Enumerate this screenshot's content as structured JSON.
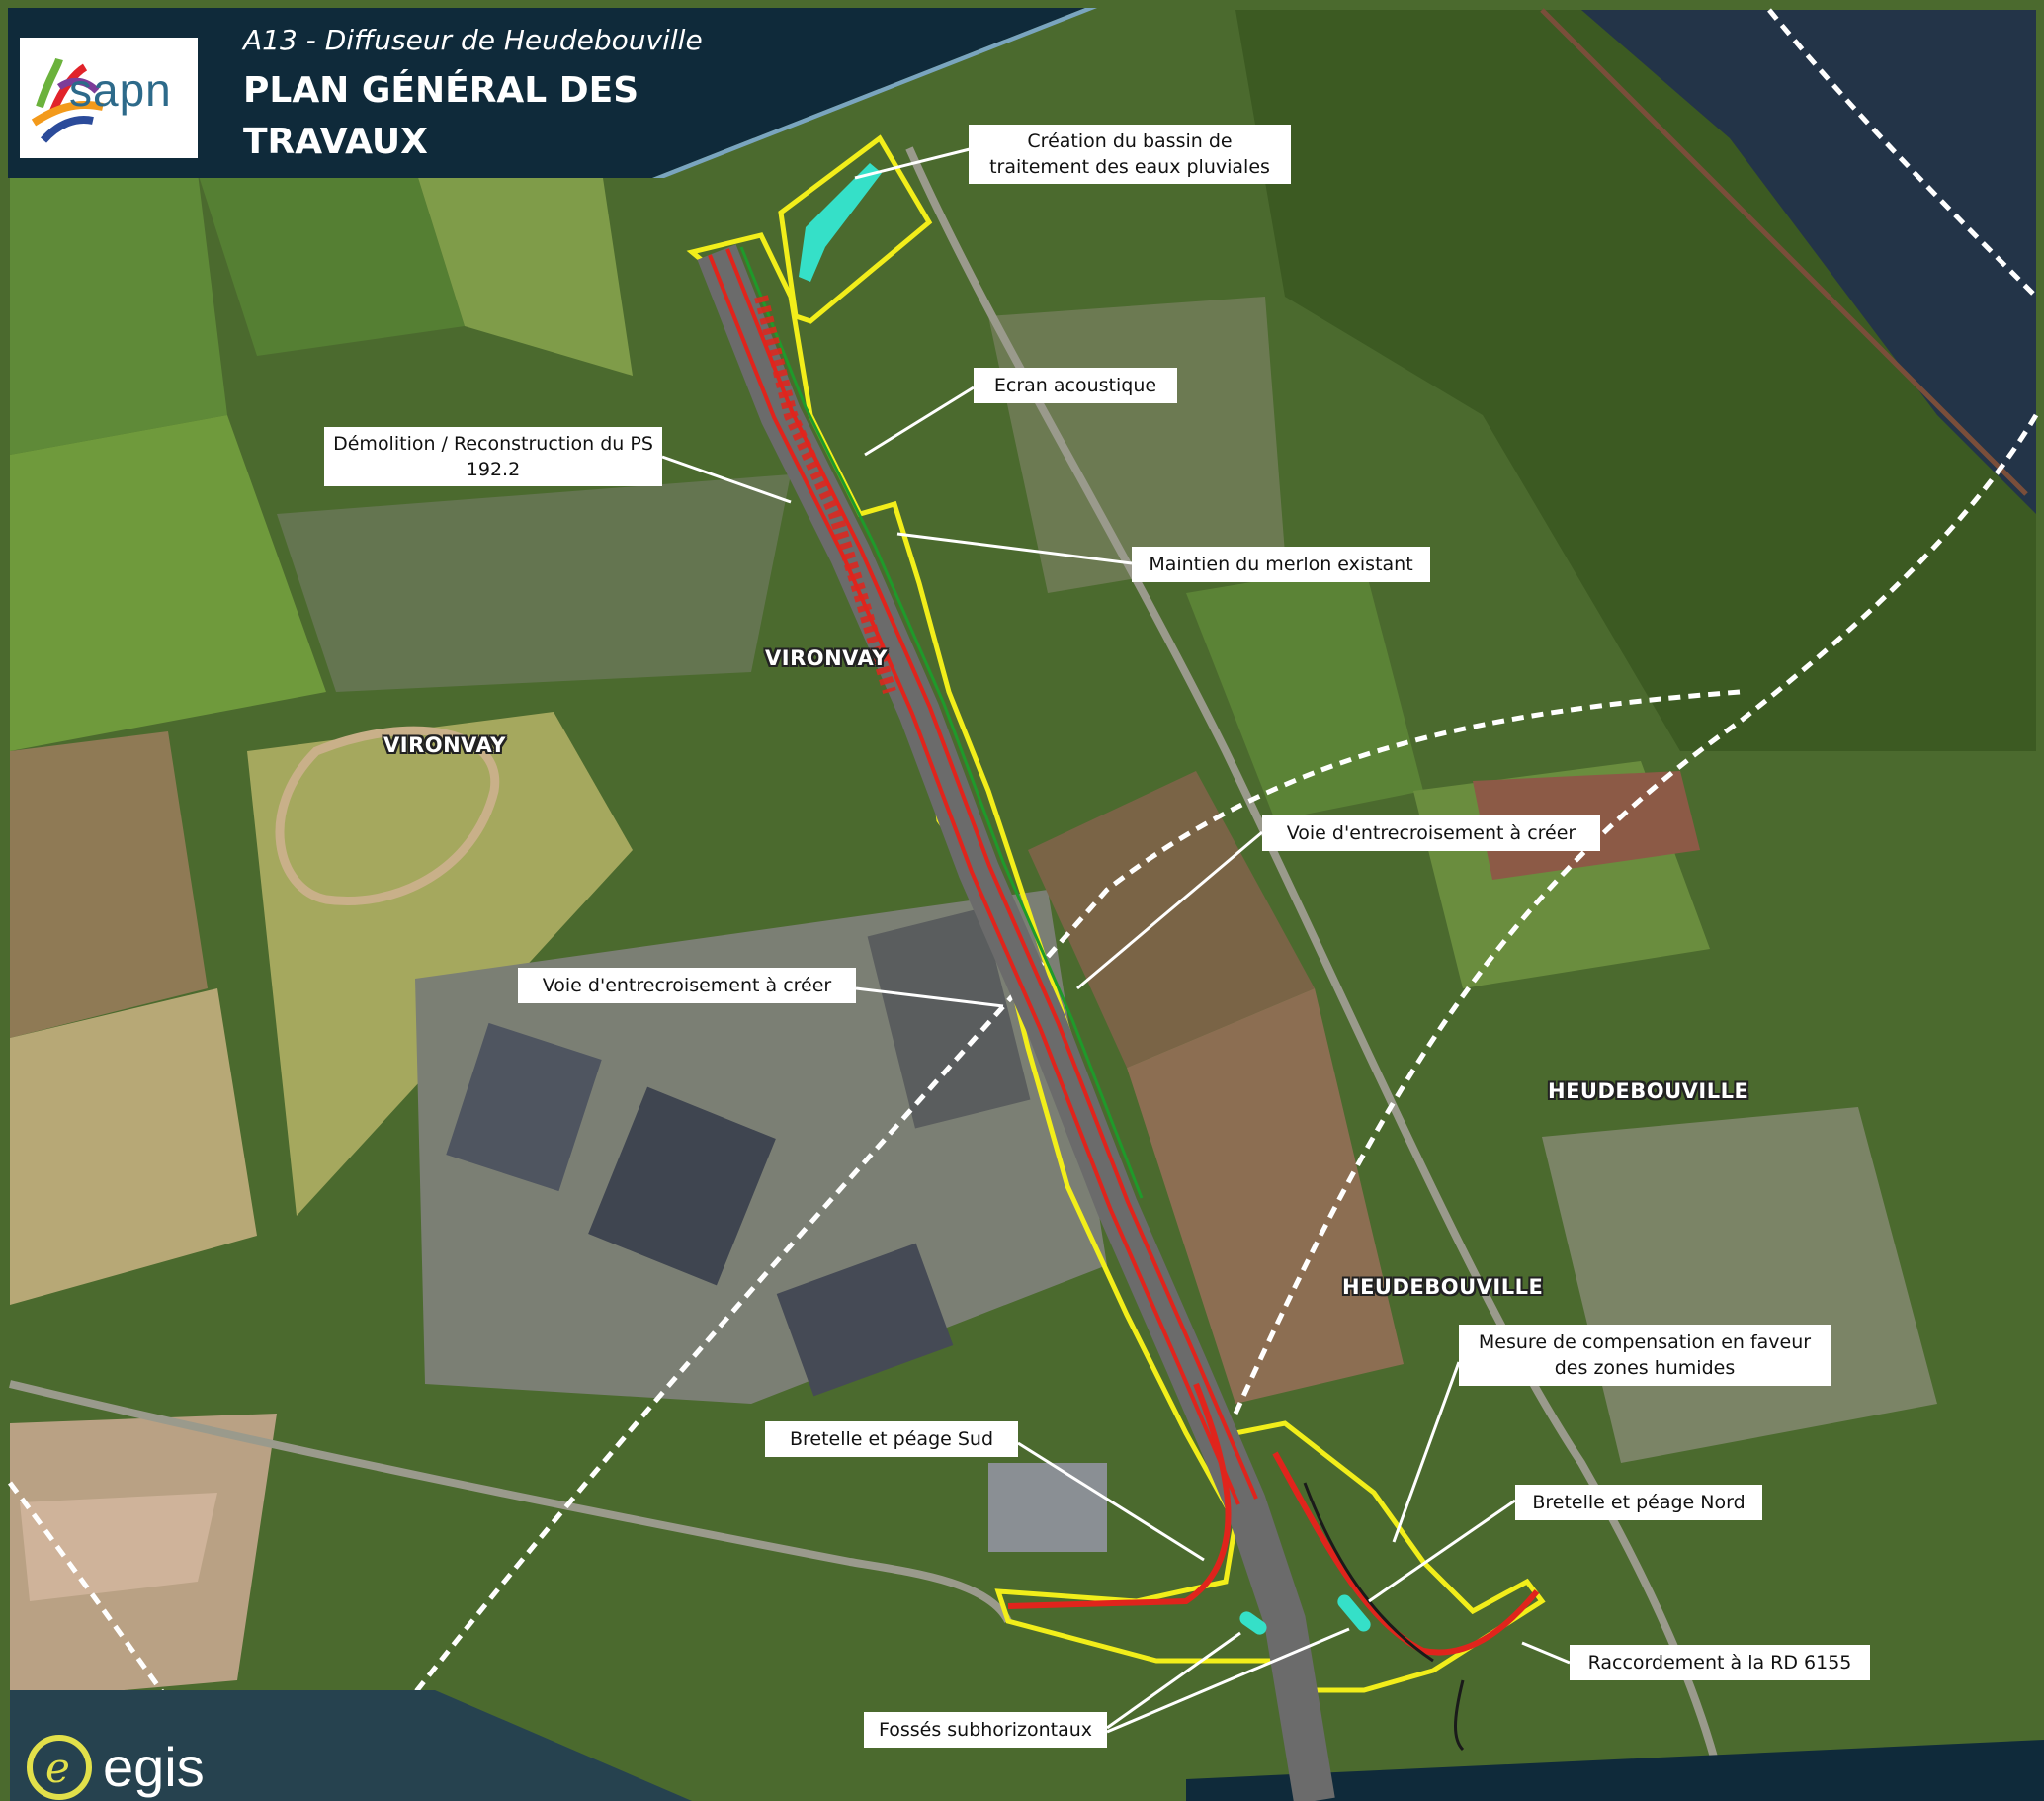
{
  "header": {
    "subtitle": "A13 - Diffuseur de Heudebouville",
    "title": "PLAN GÉNÉRAL DES TRAVAUX",
    "logo_text": "sapn"
  },
  "footer": {
    "logo_text": "egis"
  },
  "colors": {
    "header_bg": "#0f2a3a",
    "perimeter": "#f2ee1a",
    "road_red": "#e0241c",
    "road_green": "#1f9a2a",
    "basin": "#35e0c8",
    "boundary_line": "#ffffff",
    "label_bg": "#ffffff"
  },
  "places": [
    {
      "id": "vironvay-1",
      "text": "VIRONVAY"
    },
    {
      "id": "vironvay-2",
      "text": "VIRONVAY"
    },
    {
      "id": "heudebouville-1",
      "text": "HEUDEBOUVILLE"
    },
    {
      "id": "heudebouville-2",
      "text": "HEUDEBOUVILLE"
    }
  ],
  "callouts": [
    {
      "id": "bassin",
      "text": "Création du bassin de traitement des eaux pluviales"
    },
    {
      "id": "ecran",
      "text": "Ecran acoustique"
    },
    {
      "id": "demolition",
      "text": "Démolition / Reconstruction du PS 192.2"
    },
    {
      "id": "merlon",
      "text": "Maintien du merlon existant"
    },
    {
      "id": "voie-est",
      "text": "Voie d'entrecroisement à créer"
    },
    {
      "id": "voie-ouest",
      "text": "Voie d'entrecroisement à créer"
    },
    {
      "id": "compensation",
      "text": "Mesure de compensation en faveur des zones humides"
    },
    {
      "id": "bretelle-sud",
      "text": "Bretelle et péage Sud"
    },
    {
      "id": "bretelle-nord",
      "text": "Bretelle et péage Nord"
    },
    {
      "id": "raccordement",
      "text": "Raccordement à la RD 6155"
    },
    {
      "id": "fosses",
      "text": "Fossés subhorizontaux"
    }
  ]
}
